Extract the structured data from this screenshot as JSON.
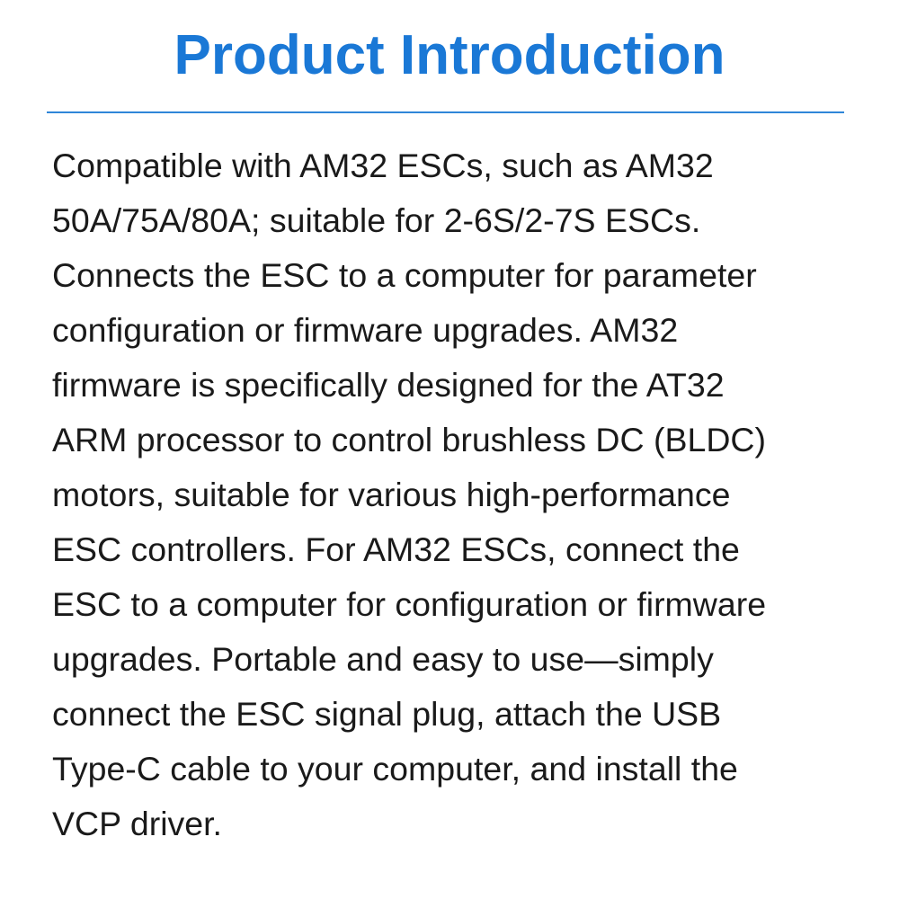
{
  "title": "Product Introduction",
  "colors": {
    "title": "#1a78d6",
    "divider": "#2f86d8",
    "text": "#1a1a1a",
    "background": "#ffffff"
  },
  "body": {
    "lines": [
      "Compatible with AM32 ESCs, such as AM32",
      "50A/75A/80A; suitable for 2-6S/2-7S ESCs.",
      "Connects the ESC to a computer for parameter",
      "configuration or firmware upgrades. AM32",
      "firmware is specifically designed for the AT32",
      "ARM processor to control brushless DC (BLDC)",
      "motors, suitable for various high-performance",
      "ESC controllers. For AM32 ESCs, connect the",
      "ESC to a computer for configuration or firmware",
      "upgrades. Portable and easy to use—simply",
      "connect the ESC signal plug, attach the USB",
      "Type-C cable to your computer, and install the",
      "VCP driver."
    ]
  }
}
